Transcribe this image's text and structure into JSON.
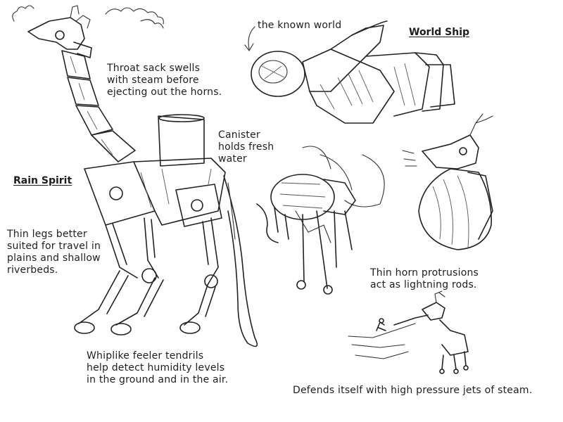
{
  "headings": {
    "rain_spirit": "Rain Spirit",
    "world_ship": "World Ship"
  },
  "notes": {
    "known_world": "the known world",
    "throat_sack": "Throat sack swells\nwith steam before\nejecting out the horns.",
    "canister": "Canister\nholds fresh\nwater",
    "thin_legs": "Thin legs better\nsuited for travel in\nplains and shallow\nriverbeds.",
    "thin_horn": "Thin horn protrusions\nact as lightning rods.",
    "feeler_tendrils": "Whiplike feeler tendrils\nhelp detect humidity levels\nin the ground and in the air.",
    "defends": "Defends itself with high pressure jets of steam."
  },
  "colors": {
    "ink": "#222222",
    "paper": "#ffffff"
  }
}
